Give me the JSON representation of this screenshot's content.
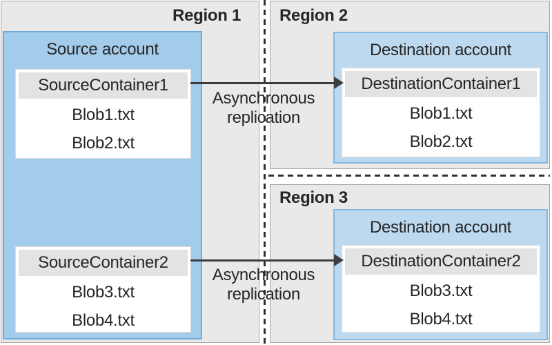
{
  "regions": {
    "region1": {
      "label": "Region 1"
    },
    "region2": {
      "label": "Region 2"
    },
    "region3": {
      "label": "Region 3"
    }
  },
  "source_account": {
    "label": "Source account",
    "container1": {
      "name": "SourceContainer1",
      "blobs": [
        "Blob1.txt",
        "Blob2.txt"
      ]
    },
    "container2": {
      "name": "SourceContainer2",
      "blobs": [
        "Blob3.txt",
        "Blob4.txt"
      ]
    }
  },
  "destination_account_region2": {
    "label": "Destination account",
    "container": {
      "name": "DestinationContainer1",
      "blobs": [
        "Blob1.txt",
        "Blob2.txt"
      ]
    }
  },
  "destination_account_region3": {
    "label": "Destination account",
    "container": {
      "name": "DestinationContainer2",
      "blobs": [
        "Blob3.txt",
        "Blob4.txt"
      ]
    }
  },
  "arrows": {
    "arrow1": {
      "label": "Asynchronous replication"
    },
    "arrow2": {
      "label": "Asynchronous replication"
    }
  },
  "colors": {
    "region_fill": "#e9e9e9",
    "region_border": "#a6a6a6",
    "source_fill": "#a3cceb",
    "source_border": "#6fabda",
    "dest_fill": "#bdd9f0",
    "dest_border": "#85b8e0",
    "container_bg": "#ffffff",
    "container_border": "#dcdcdc",
    "container_header_fill": "#e3e3e3",
    "arrow_color": "#3d3d3d",
    "dash_color": "#303030",
    "text_color": "#262626"
  }
}
